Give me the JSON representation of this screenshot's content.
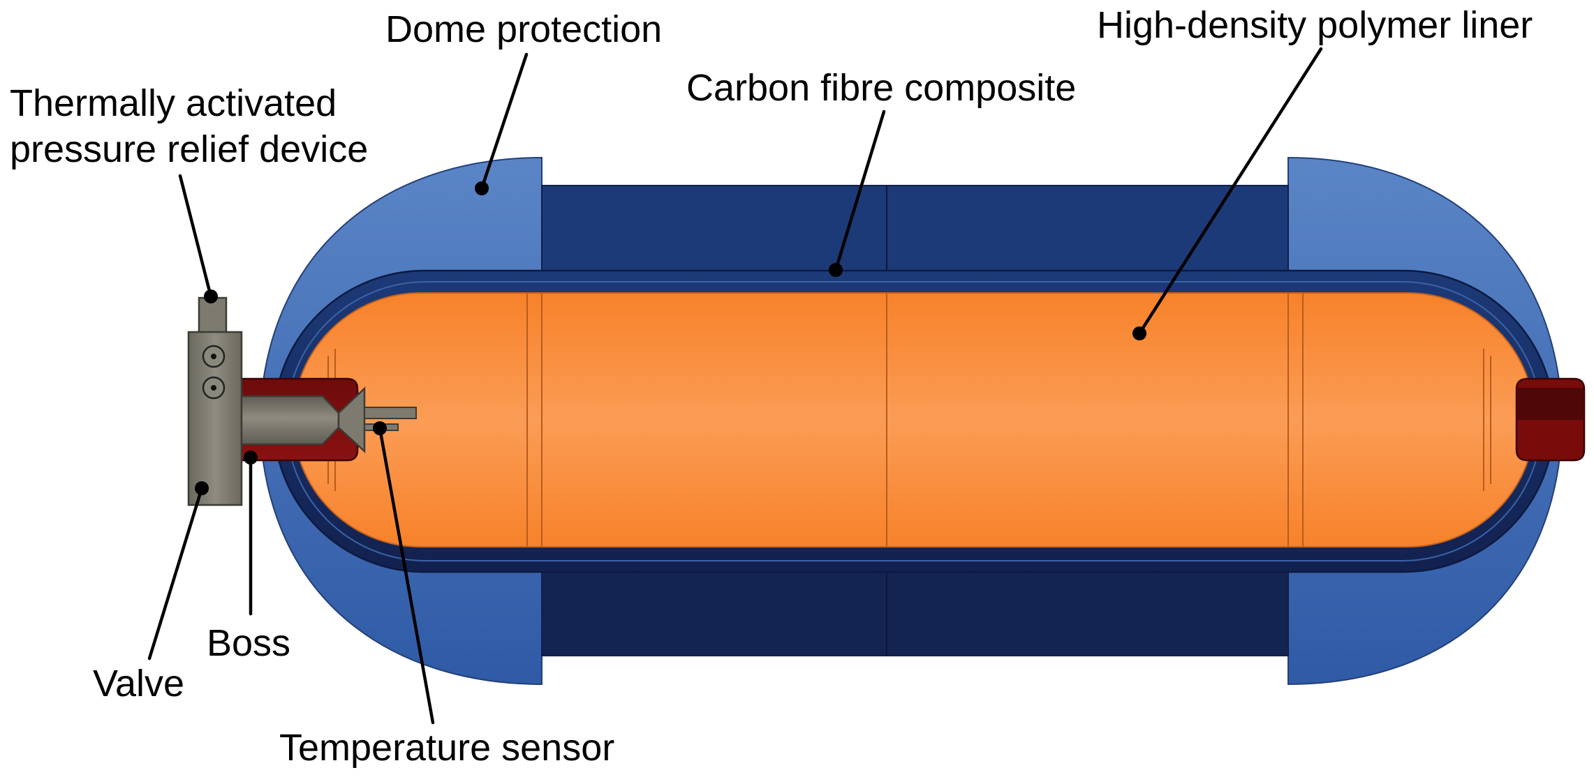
{
  "labels": {
    "dome_protection": "Dome protection",
    "liner": "High-density polymer liner",
    "tprd_line1": "Thermally activated",
    "tprd_line2": "pressure relief device",
    "carbon_fibre": "Carbon fibre composite",
    "boss": "Boss",
    "valve": "Valve",
    "temperature_sensor": "Temperature sensor"
  },
  "colors": {
    "liner_light": "#fb9b52",
    "liner_dark": "#f7852c",
    "carbon_fibre": "#1a3470",
    "carbon_fibre_dark": "#142454",
    "dome": "#4f7cc1",
    "boss": "#7a0e0e",
    "valve": "#7d7b70"
  }
}
